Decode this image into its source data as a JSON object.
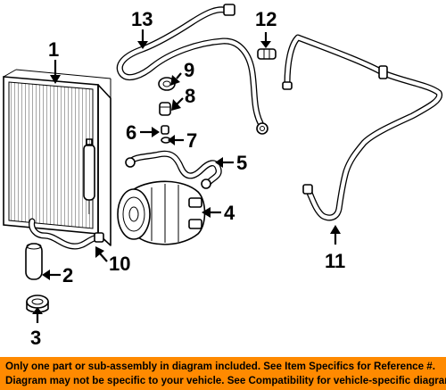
{
  "callouts": {
    "c1": "1",
    "c2": "2",
    "c3": "3",
    "c4": "4",
    "c5": "5",
    "c6": "6",
    "c7": "7",
    "c8": "8",
    "c9": "9",
    "c10": "10",
    "c11": "11",
    "c12": "12",
    "c13": "13"
  },
  "footer": {
    "line1": "Only one part or sub-assembly in diagram included. See Item Specifics for Reference #.",
    "line2": "Diagram may not be specific to your vehicle. See Compatibility for vehicle-specific diagrams."
  },
  "colors": {
    "footer_background": "#ff8a00",
    "line_art": "#000000",
    "background": "#ffffff"
  }
}
